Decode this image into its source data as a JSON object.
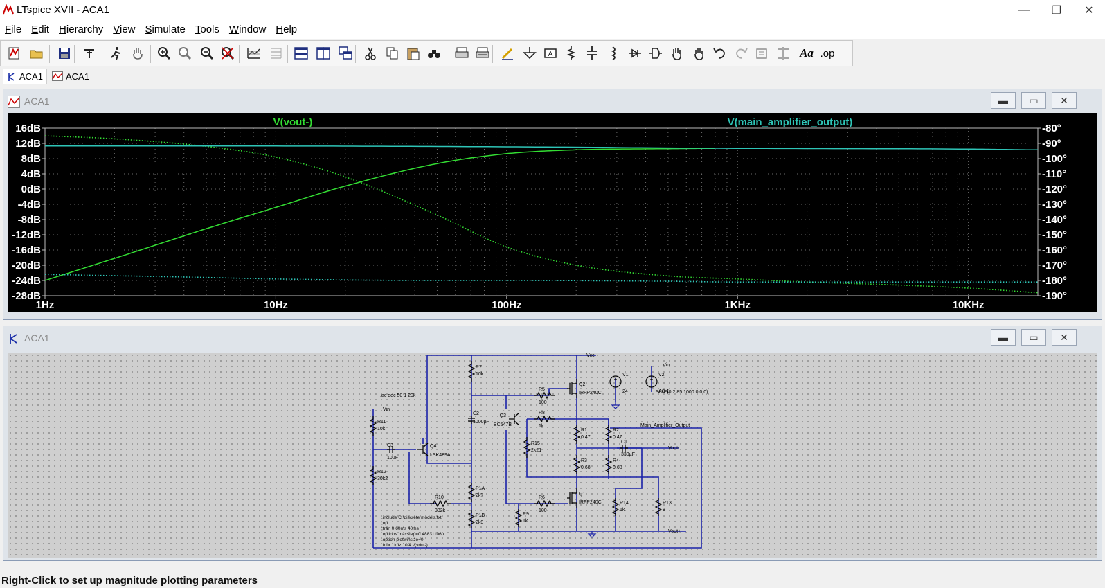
{
  "window": {
    "title": "LTspice XVII - ACA1"
  },
  "window_controls": {
    "minimize": "—",
    "restore": "❐",
    "close": "✕"
  },
  "menu": [
    {
      "label": "File",
      "hot": "F",
      "rest": "ile"
    },
    {
      "label": "Edit",
      "hot": "E",
      "rest": "dit"
    },
    {
      "label": "Hierarchy",
      "hot": "H",
      "rest": "ierarchy"
    },
    {
      "label": "View",
      "hot": "V",
      "rest": "iew"
    },
    {
      "label": "Simulate",
      "hot": "S",
      "rest": "imulate"
    },
    {
      "label": "Tools",
      "hot": "T",
      "rest": "ools"
    },
    {
      "label": "Window",
      "hot": "W",
      "rest": "indow"
    },
    {
      "label": "Help",
      "hot": "H",
      "rest": "elp"
    }
  ],
  "toolbar": {
    "icons": [
      "new-schematic-icon",
      "open-icon",
      "save-icon",
      "control-panel-icon",
      "run-icon",
      "pan-icon",
      "zoom-in-icon",
      "zoom-extents-icon",
      "zoom-out-icon",
      "cancel-zoom-icon",
      "autorange-icon",
      "grid-icon",
      "tile-vertical-icon",
      "tile-horizontal-icon",
      "cascade-icon",
      "cut-icon",
      "copy-icon",
      "paste-icon",
      "find-icon",
      "print-icon",
      "print-setup-icon",
      "draw-wire-icon",
      "ground-icon",
      "label-net-icon",
      "resistor-icon",
      "capacitor-icon",
      "inductor-icon",
      "diode-icon",
      "component-icon",
      "move-icon",
      "drag-icon",
      "undo-icon",
      "redo-icon",
      "rotate-icon",
      "mirror-icon",
      "text-icon",
      "spice-directive-icon"
    ],
    "text_aa": "Aa",
    "text_op": ".op"
  },
  "tabs": [
    {
      "label": "ACA1",
      "kind": "schematic"
    },
    {
      "label": "ACA1",
      "kind": "waveform"
    }
  ],
  "plot_window": {
    "title": "ACA1",
    "trace1_label": "V(vout-)",
    "trace2_label": "V(main_amplifier_output)",
    "colors": {
      "trace1": "#33dd33",
      "trace2": "#2ec4b6",
      "axis_text": "#ffffff",
      "background": "#000000",
      "grid": "#6a6a6a"
    }
  },
  "chart_data": {
    "type": "line",
    "title": "",
    "x_scale": "log",
    "xlim": [
      1,
      20000
    ],
    "x_ticks": [
      {
        "v": 1,
        "label": "1Hz"
      },
      {
        "v": 10,
        "label": "10Hz"
      },
      {
        "v": 100,
        "label": "100Hz"
      },
      {
        "v": 1000,
        "label": "1KHz"
      },
      {
        "v": 10000,
        "label": "10KHz"
      }
    ],
    "ylim_left": [
      -28,
      16
    ],
    "y_ticks_left": [
      "16dB",
      "12dB",
      "8dB",
      "4dB",
      "0dB",
      "-4dB",
      "-8dB",
      "-12dB",
      "-16dB",
      "-20dB",
      "-24dB",
      "-28dB"
    ],
    "ylim_right": [
      -190,
      -80
    ],
    "y_ticks_right": [
      "-80°",
      "-90°",
      "-100°",
      "-110°",
      "-120°",
      "-130°",
      "-140°",
      "-150°",
      "-160°",
      "-170°",
      "-180°",
      "-190°"
    ],
    "series": [
      {
        "name": "V(vout-)",
        "kind": "magnitude",
        "axis": "left",
        "style": "solid",
        "color": "#33dd33",
        "x": [
          1,
          2,
          5,
          10,
          20,
          50,
          100,
          200,
          500,
          800
        ],
        "y": [
          -24.0,
          -18.2,
          -10.4,
          -4.8,
          0.8,
          6.7,
          9.3,
          10.3,
          10.6,
          10.7
        ]
      },
      {
        "name": "V(vout-)",
        "kind": "phase",
        "axis": "right",
        "style": "dotted",
        "color": "#33dd33",
        "x": [
          1,
          2,
          5,
          10,
          20,
          50,
          100,
          200,
          500,
          1000,
          2000,
          5000,
          10000,
          20000
        ],
        "y": [
          -85,
          -87,
          -92,
          -99,
          -112,
          -137,
          -158,
          -170,
          -177,
          -179,
          -181,
          -183,
          -185,
          -188
        ]
      },
      {
        "name": "V(main_amplifier_output)",
        "kind": "magnitude",
        "axis": "left",
        "style": "solid",
        "color": "#2ec4b6",
        "x": [
          1,
          10,
          100,
          1000,
          10000,
          20000
        ],
        "y": [
          11.3,
          11.3,
          11.1,
          10.7,
          10.5,
          10.3
        ]
      },
      {
        "name": "V(main_amplifier_output)",
        "kind": "phase",
        "axis": "right",
        "style": "dotted",
        "color": "#2ec4b6",
        "x": [
          1,
          5,
          10,
          50,
          100,
          500,
          1000,
          5000,
          10000,
          20000
        ],
        "y": [
          -176,
          -178,
          -179,
          -180,
          -180,
          -180.5,
          -181,
          -181,
          -181,
          -181
        ]
      }
    ]
  },
  "schematic_window": {
    "title": "ACA1",
    "components": [
      {
        "ref": "R7",
        "value": "10k"
      },
      {
        "ref": "R5",
        "value": "100"
      },
      {
        "ref": "Q2",
        "value": "IRFP240C"
      },
      {
        "ref": "V1",
        "value": "24"
      },
      {
        "ref": "V2",
        "value": "AC 1"
      },
      {
        "ref": "C2",
        "value": "1000µF"
      },
      {
        "ref": "Q3",
        "value": "BC547B"
      },
      {
        "ref": "R8",
        "value": "1k"
      },
      {
        "ref": "R11",
        "value": "10k"
      },
      {
        "ref": "C3",
        "value": "10µF"
      },
      {
        "ref": "Q4",
        "value": "LSK489A"
      },
      {
        "ref": "R15",
        "value": "2k21"
      },
      {
        "ref": "R1",
        "value": "0.47"
      },
      {
        "ref": "R2",
        "value": "0.47"
      },
      {
        "ref": "C1",
        "value": "330µF"
      },
      {
        "ref": "R12",
        "value": "30k2"
      },
      {
        "ref": "R3",
        "value": "0.68"
      },
      {
        "ref": "R4",
        "value": "0.68"
      },
      {
        "ref": "P1A",
        "value": "2k7"
      },
      {
        "ref": "R10",
        "value": "332k"
      },
      {
        "ref": "R6",
        "value": "100"
      },
      {
        "ref": "Q1",
        "value": "IRFP240C"
      },
      {
        "ref": "R14",
        "value": "1k"
      },
      {
        "ref": "R13",
        "value": "8"
      },
      {
        "ref": "R9",
        "value": "1k"
      },
      {
        "ref": "P1B",
        "value": "2k3"
      }
    ],
    "nets": {
      "vcc": "Vcc",
      "vin_top": "Vin",
      "vin_left": "Vin",
      "main_out": "Main_Amplifier_Output",
      "vout_minus": "Vout-",
      "vout_plus": "Vout+"
    },
    "v2_spec": "SINE(0 2.85 1000 0 0 0)",
    "directive_ac": ".ac dec 50 1 20k",
    "directives": [
      ".include C:\\discrete models.txt",
      ";op",
      ";tran 0 60ms 40ms",
      ".options maxstep=0.48831106u",
      ".option plotwinsize=0",
      ".four 1khz 10 4 v(vout-)"
    ]
  },
  "status": {
    "text": "Right-Click to set up magnitude plotting parameters"
  }
}
